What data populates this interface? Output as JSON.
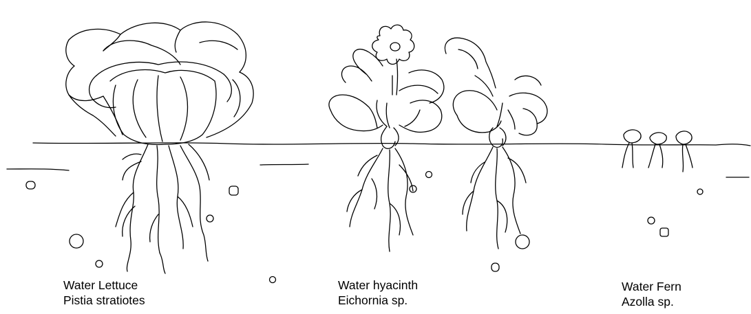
{
  "plants": [
    {
      "common_name": "Water Lettuce",
      "scientific_name": "Pistia stratiotes"
    },
    {
      "common_name": "Water hyacinth",
      "scientific_name": "Eichornia sp."
    },
    {
      "common_name": "Water Fern",
      "scientific_name": "Azolla sp."
    }
  ]
}
